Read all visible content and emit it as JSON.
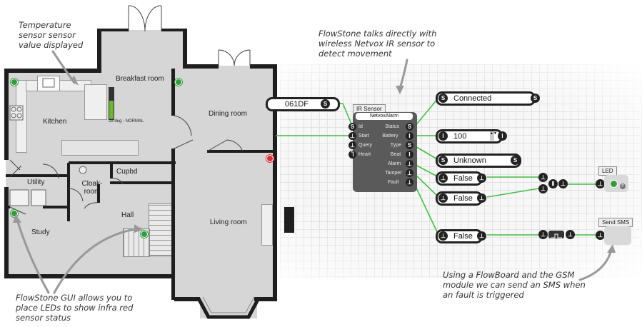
{
  "annotations": {
    "temp_sensor": "Temperature\nsensor sensor\nvalue displayed",
    "flowstone_talks": "FlowStone talks directly with\nwireless Netvox IR sensor to\ndetect movement",
    "gui_leds": "FlowStone GUI allows you to\nplace LEDs to show infra red\nsensor status",
    "flowboard_sms": "Using a FlowBoard and the GSM\nmodule we can send an SMS when\nan fault is triggered"
  },
  "floorplan": {
    "rooms": {
      "breakfast": "Breakfast room",
      "kitchen": "Kitchen",
      "dining": "Dining room",
      "utility": "Utility",
      "cloakroom": "Cloak-\nroom",
      "cupbd": "Cupbd",
      "hall": "Hall",
      "living": "Living room",
      "study": "Study"
    },
    "temperature_readout": "28 deg - NORMAL",
    "temperature_level": 0.6,
    "colors": {
      "led_on": "#2e9e3a",
      "led_off": "#e03030",
      "gauge_fill": "#6ab82e",
      "wall": "#1e1e1e"
    }
  },
  "flow": {
    "device_id_partial": "061DF",
    "ir_sensor_tab": "IR Sensor",
    "module_title": "NetvoxAlarm",
    "inputs": [
      "Id",
      "Start",
      "Query",
      "Heart"
    ],
    "outputs": [
      "Status",
      "Battery",
      "Type",
      "Beat",
      "Alarm",
      "Tamper",
      "Fault"
    ],
    "status_value": "Connected",
    "battery_value": "100",
    "type_value": "Unknown",
    "alarm_value": "False",
    "tamper_value": "False",
    "fault_value": "False",
    "led_tab": "LED",
    "sms_tab": "Send SMS",
    "pin_labels": {
      "string": "S",
      "trigger": "⊥",
      "int": "I",
      "bool": "Ⴈ"
    },
    "colors": {
      "wire": "#3cc43c",
      "pin": "#222222",
      "module": "#5a5a5a"
    }
  }
}
